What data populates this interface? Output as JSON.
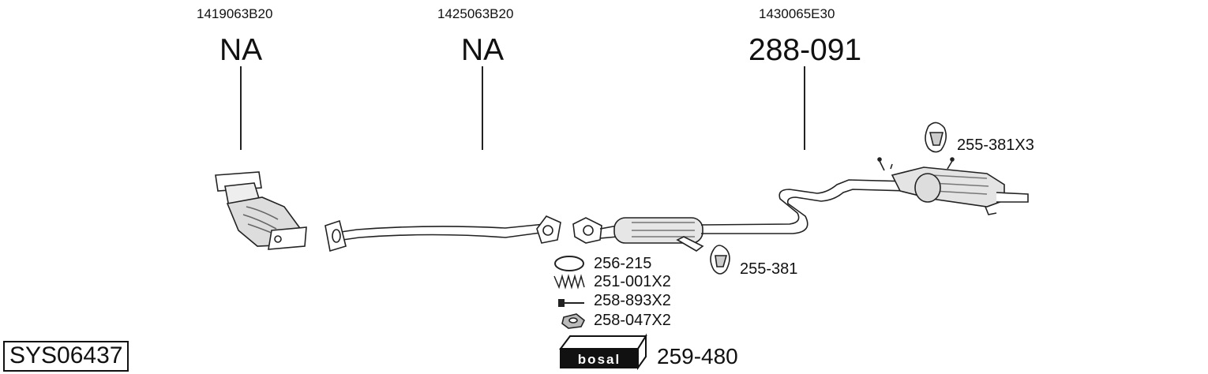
{
  "parts": [
    {
      "oe": "1419063B20",
      "code": "NA"
    },
    {
      "oe": "1425063B20",
      "code": "NA"
    },
    {
      "oe": "1430065E30",
      "code": "288-091"
    }
  ],
  "accessories": [
    {
      "code": "256-215",
      "icon": "gasket-ring-icon"
    },
    {
      "code": "251-001X2",
      "icon": "spring-icon"
    },
    {
      "code": "258-893X2",
      "icon": "bolt-icon"
    },
    {
      "code": "258-047X2",
      "icon": "nut-icon"
    }
  ],
  "hangers": [
    {
      "code": "255-381",
      "icon": "rubber-hanger-icon"
    },
    {
      "code": "255-381X3",
      "icon": "rubber-hanger-icon"
    }
  ],
  "mounting_kit": {
    "code": "259-480",
    "brand": "bosal",
    "icon": "bosal-box-icon"
  },
  "system_id": "SYS06437"
}
